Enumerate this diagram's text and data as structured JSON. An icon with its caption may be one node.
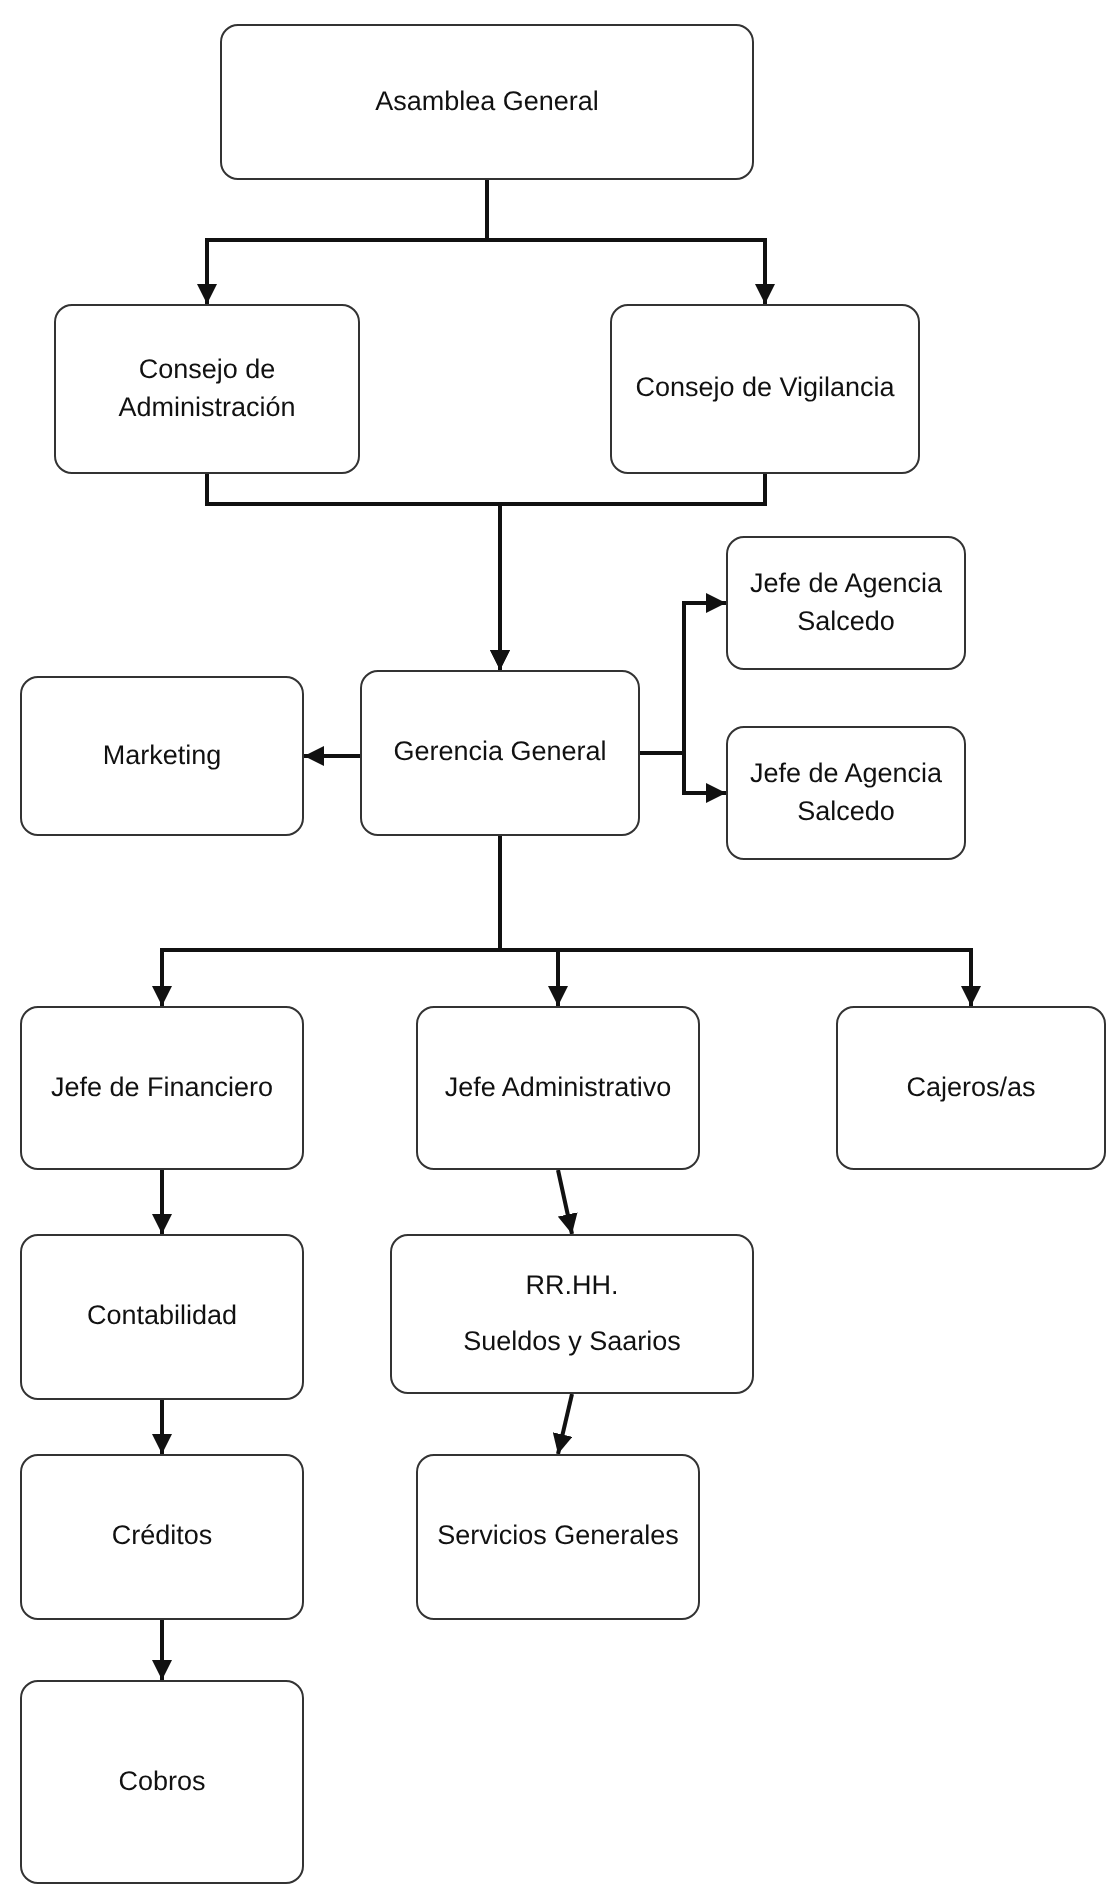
{
  "diagram": {
    "nodes": [
      {
        "text": [
          "Asamblea General"
        ]
      },
      {
        "text": [
          "Consejo de Administración"
        ]
      },
      {
        "text": [
          "Consejo de Vigilancia"
        ]
      },
      {
        "text": [
          "Gerencia General"
        ]
      },
      {
        "text": [
          "Marketing"
        ]
      },
      {
        "text": [
          "Jefe de Agencia Salcedo"
        ]
      },
      {
        "text": [
          "Jefe de Agencia Salcedo"
        ]
      },
      {
        "text": [
          "Jefe de Financiero"
        ]
      },
      {
        "text": [
          "Jefe Administrativo"
        ]
      },
      {
        "text": [
          "Cajeros/as"
        ]
      },
      {
        "text": [
          "Contabilidad"
        ]
      },
      {
        "text": [
          "RR.HH.",
          "Sueldos y Saarios"
        ]
      },
      {
        "text": [
          "Servicios Generales"
        ]
      },
      {
        "text": [
          "Créditos"
        ]
      },
      {
        "text": [
          "Cobros"
        ]
      }
    ],
    "edges": [
      {
        "from": 0,
        "to": 1,
        "arrow": "to"
      },
      {
        "from": 0,
        "to": 2,
        "arrow": "to"
      },
      {
        "from": 1,
        "to": 3,
        "arrow": "to"
      },
      {
        "from": 2,
        "to": 3,
        "arrow": "to"
      },
      {
        "from": 3,
        "to": 4,
        "arrow": "to"
      },
      {
        "from": 3,
        "to": 5,
        "arrow": "to"
      },
      {
        "from": 3,
        "to": 6,
        "arrow": "to"
      },
      {
        "from": 3,
        "to": 7,
        "arrow": "to"
      },
      {
        "from": 3,
        "to": 8,
        "arrow": "to"
      },
      {
        "from": 3,
        "to": 9,
        "arrow": "to"
      },
      {
        "from": 7,
        "to": 10,
        "arrow": "to"
      },
      {
        "from": 10,
        "to": 13,
        "arrow": "to"
      },
      {
        "from": 13,
        "to": 14,
        "arrow": "to"
      },
      {
        "from": 8,
        "to": 11,
        "arrow": "to"
      },
      {
        "from": 11,
        "to": 12,
        "arrow": "to"
      }
    ]
  }
}
